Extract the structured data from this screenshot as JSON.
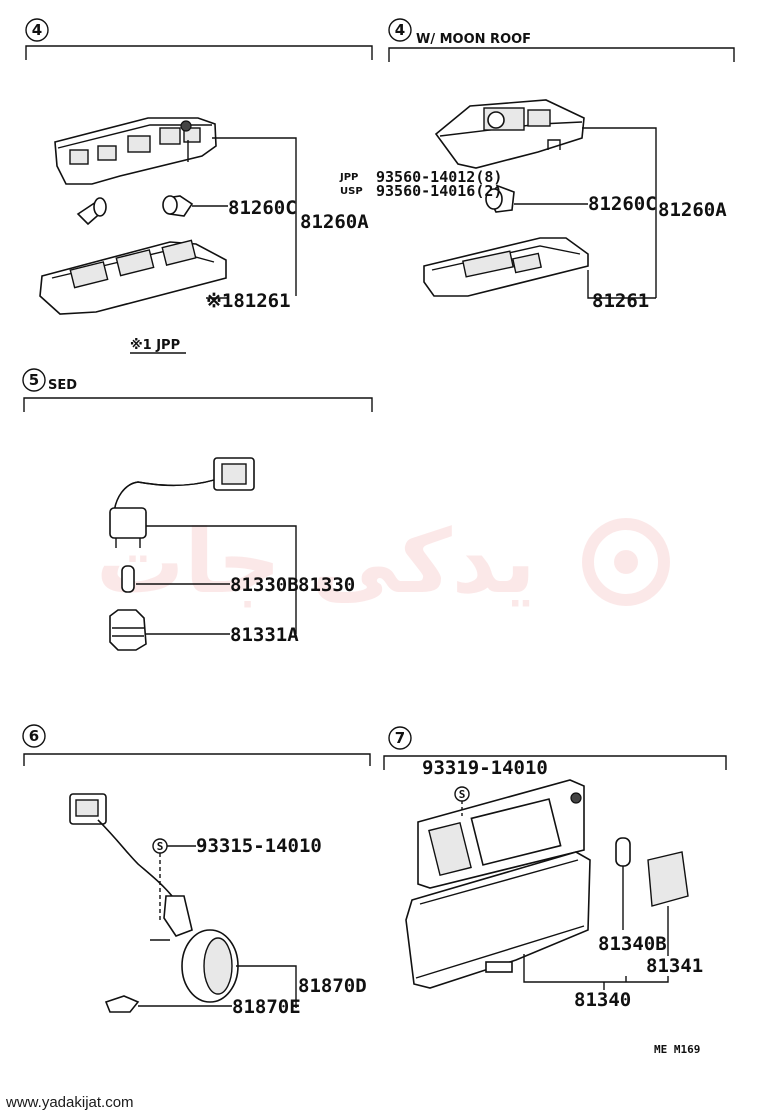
{
  "sections": [
    {
      "number": "4",
      "note": "",
      "parts": [
        "81260C",
        "81260A",
        "※181261"
      ],
      "footnote": "※1 JPP"
    },
    {
      "number": "4",
      "note": "W/ MOON ROOF",
      "parts": [
        "81260C",
        "81260A",
        "81261"
      ],
      "bulb_codes": [
        {
          "tag": "JPP",
          "part": "93560-14012(8)"
        },
        {
          "tag": "USP",
          "part": "93560-14016(2)"
        }
      ]
    },
    {
      "number": "5",
      "note": "SED",
      "parts": [
        "81330B",
        "81330",
        "81331A"
      ]
    },
    {
      "number": "6",
      "note": "",
      "parts": [
        "93315-14010",
        "81870D",
        "81870E"
      ]
    },
    {
      "number": "7",
      "note": "",
      "parts": [
        "93319-14010",
        "81340B",
        "81341",
        "81340"
      ]
    }
  ],
  "screw_symbol": "S",
  "figure_code": "ME M169",
  "watermark": "یدکی جات",
  "source_url": "www.yadakijat.com",
  "colors": {
    "line": "#111111",
    "watermark": "#e03b3b"
  }
}
